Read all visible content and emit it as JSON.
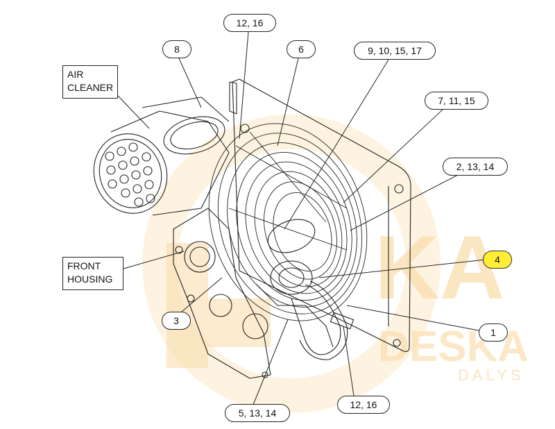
{
  "callouts": {
    "c_12_16_top": "12, 16",
    "c_8": "8",
    "c_6": "6",
    "c_9_10_15_17": "9, 10, 15, 17",
    "c_7_11_15": "7, 11, 15",
    "c_2_13_14": "2, 13, 14",
    "c_4": "4",
    "c_1": "1",
    "c_3": "3",
    "c_12_16_bottom": "12, 16",
    "c_5_13_14": "5, 13, 14"
  },
  "labels": {
    "air_cleaner": [
      "AIR",
      "CLEANER"
    ],
    "front_housing": [
      "FRONT",
      "HOUSING"
    ]
  },
  "watermark": {
    "big": "KA",
    "brand": "DESKA",
    "sub": "DALYS"
  },
  "colors": {
    "highlight": "#ffee33",
    "watermark": "#f5c26b",
    "line": "#222222"
  }
}
